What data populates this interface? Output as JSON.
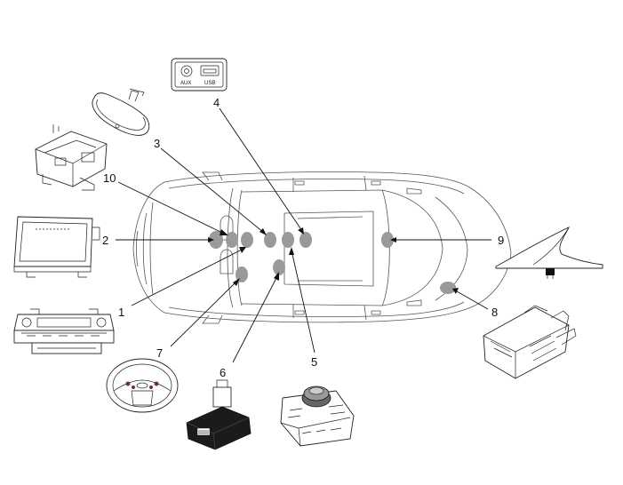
{
  "diagram": {
    "callouts": [
      {
        "id": "1",
        "label": "1"
      },
      {
        "id": "2",
        "label": "2"
      },
      {
        "id": "3",
        "label": "3"
      },
      {
        "id": "4",
        "label": "4"
      },
      {
        "id": "5",
        "label": "5"
      },
      {
        "id": "6",
        "label": "6"
      },
      {
        "id": "7",
        "label": "7"
      },
      {
        "id": "8",
        "label": "8"
      },
      {
        "id": "9",
        "label": "9"
      },
      {
        "id": "10",
        "label": "10"
      }
    ],
    "jack_panel": {
      "aux_label": "AUX",
      "usb_label": "USB"
    },
    "colors": {
      "marker": "#9a9a9a",
      "line": "#111111",
      "body_outline": "#555555"
    }
  }
}
